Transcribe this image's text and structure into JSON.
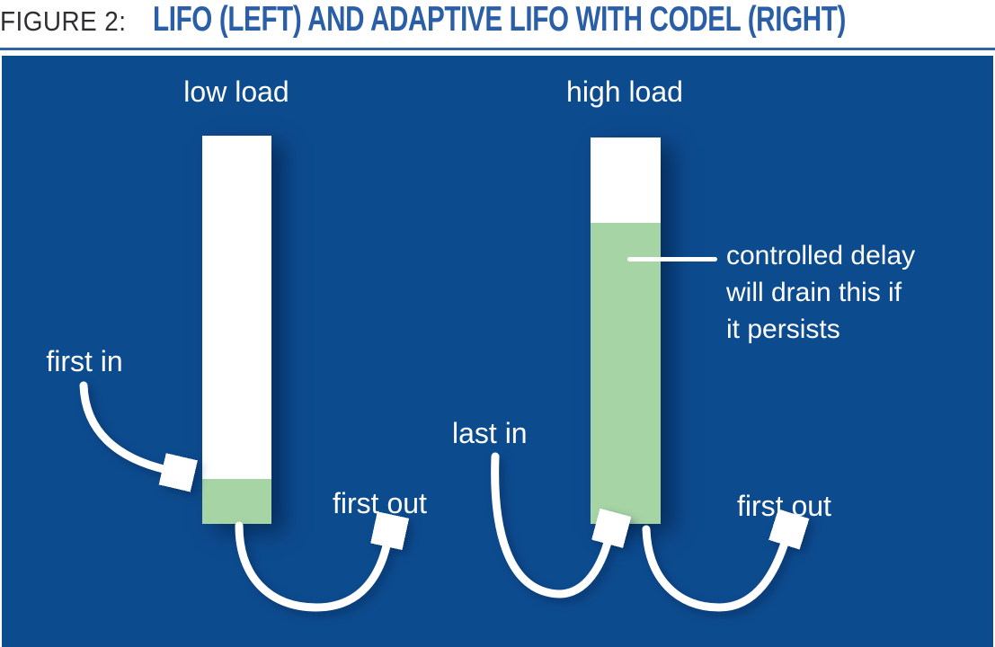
{
  "figure": {
    "label": "FIGURE 2:",
    "title": "LIFO (LEFT) AND ADAPTIVE LIFO WITH CODEL (RIGHT)"
  },
  "colors": {
    "panel_background": "#0d4b8f",
    "queue_empty": "#ffffff",
    "queue_filled": "#a7d4a5",
    "title_accent": "#2a5fa8",
    "figure_label_color": "#2f2f33",
    "rule_color": "#2d64a8",
    "label_text": "#ffffff",
    "arrow_color": "#ffffff"
  },
  "diagram": {
    "left_queue": {
      "load_label": "low load",
      "first_in_label": "first in",
      "first_out_label": "first out",
      "fill_percent": 11.6
    },
    "right_queue": {
      "load_label": "high load",
      "last_in_label": "last in",
      "first_out_label": "first out",
      "fill_percent": 78,
      "annotation_lines": [
        "controlled delay",
        "will drain this if",
        "it persists"
      ]
    }
  }
}
